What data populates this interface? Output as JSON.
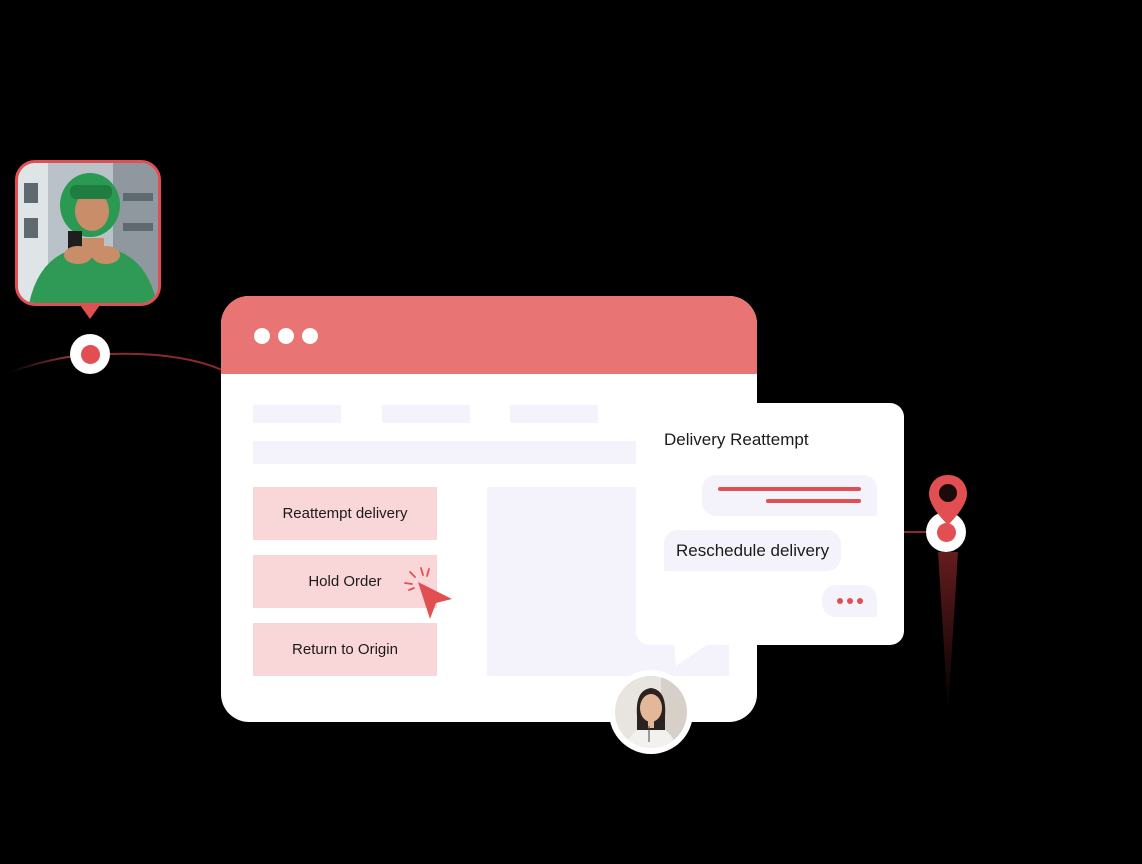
{
  "browser": {
    "window_dots": 3,
    "actions": [
      {
        "label": "Reattempt delivery"
      },
      {
        "label": "Hold Order"
      },
      {
        "label": "Return to Origin"
      }
    ]
  },
  "chat": {
    "title": "Delivery Reattempt",
    "reply_label": "Reschedule delivery"
  },
  "colors": {
    "accent": "#e24f52",
    "titlebar": "#e97474",
    "button_bg": "#f9d6d8",
    "placeholder": "#f4f2fa",
    "background": "#000000"
  },
  "icons": [
    "location-dot-icon",
    "map-pin-icon",
    "cursor-icon",
    "typing-dots-icon"
  ]
}
